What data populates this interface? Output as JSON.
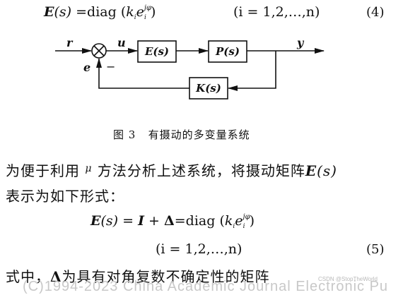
{
  "equation4": {
    "lhs": "E",
    "arg": "(s)",
    "equals": "=",
    "func": "diag",
    "open": "(",
    "k": "k",
    "i_sub": "i",
    "e": "e",
    "j_sup": "jφ",
    "phi_sub": "i",
    "close": ")",
    "range": "(i = 1,2,…,n)",
    "number": "(4)"
  },
  "diagram": {
    "signal_r": "r",
    "signal_u": "u",
    "signal_y": "y",
    "signal_e": "e",
    "minus_sign": "−",
    "block_E": "E(s)",
    "block_P": "P(s)",
    "block_K": "K(s)"
  },
  "caption": {
    "figure_label": "图 3",
    "title": "有摄动的多变量系统"
  },
  "paragraph": {
    "line1_a": "为便于利用",
    "mu": "μ",
    "line1_b": "方法分析上述系统，将摄动矩阵",
    "line1_E": "E",
    "line1_s": "(s)",
    "line2": "表示为如下形式："
  },
  "equation5": {
    "lhs": "E",
    "arg": "(s)",
    "equals": "=",
    "I": "I",
    "plus": "+",
    "delta": "Δ",
    "equals2": "=",
    "func": "diag",
    "open": "(",
    "k": "k",
    "i_sub": "i",
    "e": "e",
    "j_sup": "jφ",
    "phi_sub": "i",
    "close": ")",
    "range": "(i = 1,2,…,n)",
    "number": "(5)"
  },
  "final_text": {
    "prefix": "式中，",
    "delta": "Δ",
    "suffix": "为具有对角复数不确定性的矩阵"
  },
  "footer": {
    "text": "(C)1994-2023 China Academic Journal Electronic Pu"
  },
  "watermark": {
    "text": "CSDN @StopTheWorld"
  }
}
